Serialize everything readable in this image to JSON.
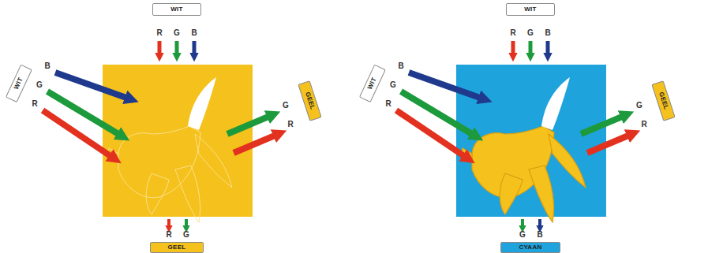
{
  "diagram": {
    "nodes": [
      {
        "text": [
          "WIT"
        ]
      },
      {
        "text": [
          "WIT"
        ]
      },
      {
        "text": [
          "GEEL"
        ]
      },
      {
        "text": [
          "GEEL"
        ]
      },
      {
        "text": [
          "WIT"
        ]
      },
      {
        "text": [
          "WIT"
        ]
      },
      {
        "text": [
          "GEEL"
        ]
      },
      {
        "text": [
          "CYAAN"
        ]
      }
    ],
    "labels": [
      "R",
      "G",
      "B",
      "B",
      "G",
      "R",
      "G",
      "R",
      "R",
      "G",
      "R",
      "G",
      "B",
      "B",
      "G",
      "R",
      "G",
      "R",
      "G",
      "B"
    ]
  }
}
